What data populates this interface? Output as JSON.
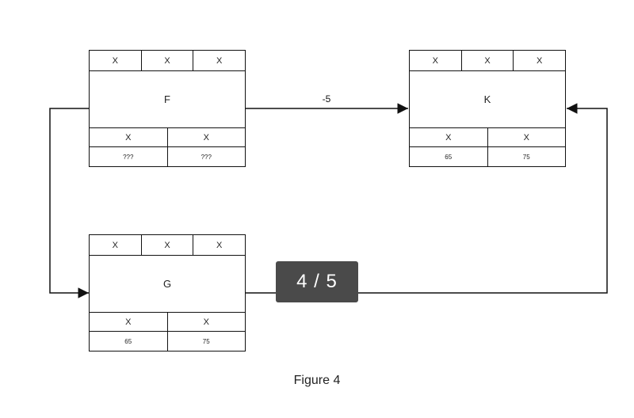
{
  "nodes": {
    "F": {
      "name": "F",
      "top": [
        "X",
        "X",
        "X"
      ],
      "row3": [
        "X",
        "X"
      ],
      "row4": [
        "???",
        "???"
      ]
    },
    "K": {
      "name": "K",
      "top": [
        "X",
        "X",
        "X"
      ],
      "row3": [
        "X",
        "X"
      ],
      "row4": [
        "65",
        "75"
      ]
    },
    "G": {
      "name": "G",
      "top": [
        "X",
        "X",
        "X"
      ],
      "row3": [
        "X",
        "X"
      ],
      "row4": [
        "65",
        "75"
      ]
    }
  },
  "edges": [
    {
      "from": "F",
      "to": "K",
      "label": "-5"
    },
    {
      "from": "F",
      "to": "G",
      "label": ""
    },
    {
      "from": "G",
      "to": "K",
      "label": ""
    }
  ],
  "page_indicator": "4 / 5",
  "caption": "Figure 4"
}
